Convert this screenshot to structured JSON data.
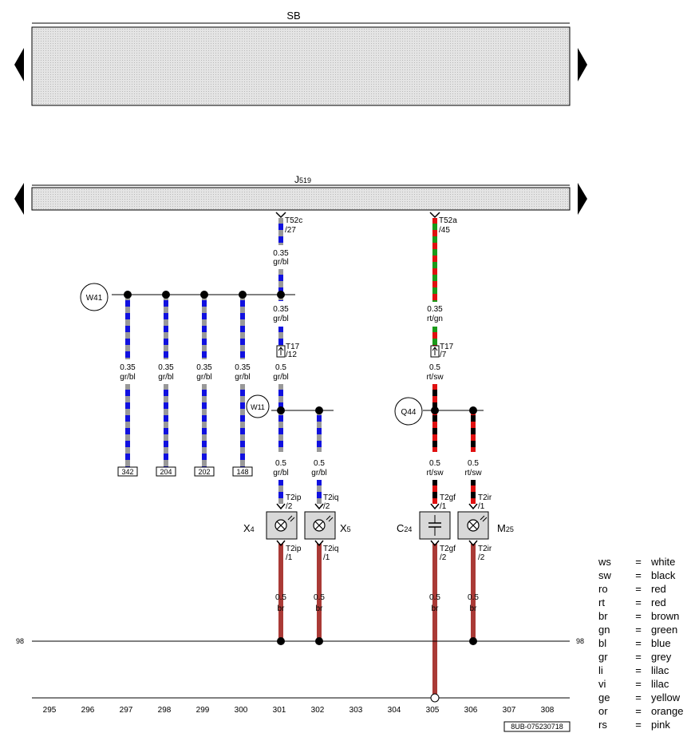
{
  "diagram": {
    "top_bar_label": "SB",
    "second_bar_label": "J",
    "second_bar_sub": "519",
    "ground_left_label": "98",
    "ground_right_label": "98",
    "footer_code": "8UB-075230718",
    "columns": [
      "295",
      "296",
      "297",
      "298",
      "299",
      "300",
      "301",
      "302",
      "303",
      "304",
      "305",
      "306",
      "307",
      "308"
    ],
    "splices": [
      {
        "id": "w41",
        "label": "W41"
      },
      {
        "id": "w11",
        "label": "W11"
      },
      {
        "id": "q44",
        "label": "Q44"
      }
    ],
    "connectors": {
      "t52c": [
        "T52c",
        "/27"
      ],
      "t52a": [
        "T52a",
        "/45"
      ],
      "t17a": [
        "T17",
        "/12"
      ],
      "t17b": [
        "T17",
        "/7"
      ],
      "t2ip_top": [
        "T2ip",
        "/2"
      ],
      "t2iq_top": [
        "T2iq",
        "/2"
      ],
      "t2gf_top": [
        "T2gf",
        "/1"
      ],
      "t2ir_top": [
        "T2ir",
        "/1"
      ],
      "t2ip_bot": [
        "T2ip",
        "/1"
      ],
      "t2iq_bot": [
        "T2iq",
        "/1"
      ],
      "t2gf_bot": [
        "T2gf",
        "/2"
      ],
      "t2ir_bot": [
        "T2ir",
        "/2"
      ]
    },
    "wire_labels": [
      {
        "size": "0.35",
        "color": "gr/bl"
      },
      {
        "size": "0.35",
        "color": "gr/bl"
      },
      {
        "size": "0.35",
        "color": "rt/gn"
      },
      {
        "size": "0.5",
        "color": "gr/bl"
      },
      {
        "size": "0.5",
        "color": "rt/sw"
      },
      {
        "size": "0.35",
        "color": "gr/bl"
      },
      {
        "size": "0.35",
        "color": "gr/bl"
      },
      {
        "size": "0.35",
        "color": "gr/bl"
      },
      {
        "size": "0.35",
        "color": "gr/bl"
      },
      {
        "size": "0.5",
        "color": "gr/bl"
      },
      {
        "size": "0.5",
        "color": "gr/bl"
      },
      {
        "size": "0.5",
        "color": "rt/sw"
      },
      {
        "size": "0.5",
        "color": "rt/sw"
      },
      {
        "size": "0.5",
        "color": "br"
      },
      {
        "size": "0.5",
        "color": "br"
      },
      {
        "size": "0.5",
        "color": "br"
      },
      {
        "size": "0.5",
        "color": "br"
      }
    ],
    "refs": [
      "342",
      "204",
      "202",
      "148"
    ],
    "components": [
      {
        "id": "x4",
        "main": "X",
        "sub": "4"
      },
      {
        "id": "x5",
        "main": "X",
        "sub": "5"
      },
      {
        "id": "c24",
        "main": "C",
        "sub": "24"
      },
      {
        "id": "m25",
        "main": "M",
        "sub": "25"
      }
    ],
    "wire_colors": {
      "grey": "#999999",
      "blue": "#1010e0",
      "red": "#e01010",
      "green": "#1a9a1a",
      "black": "#000000",
      "brown": "#aa3a36",
      "bar_fill": "#dcdcdc"
    }
  },
  "legend": [
    {
      "code": "ws",
      "eq": "=",
      "name": "white"
    },
    {
      "code": "sw",
      "eq": "=",
      "name": "black"
    },
    {
      "code": "ro",
      "eq": "=",
      "name": "red"
    },
    {
      "code": "rt",
      "eq": "=",
      "name": "red"
    },
    {
      "code": "br",
      "eq": "=",
      "name": "brown"
    },
    {
      "code": "gn",
      "eq": "=",
      "name": "green"
    },
    {
      "code": "bl",
      "eq": "=",
      "name": "blue"
    },
    {
      "code": "gr",
      "eq": "=",
      "name": "grey"
    },
    {
      "code": "li",
      "eq": "=",
      "name": "lilac"
    },
    {
      "code": "vi",
      "eq": "=",
      "name": "lilac"
    },
    {
      "code": "ge",
      "eq": "=",
      "name": "yellow"
    },
    {
      "code": "or",
      "eq": "=",
      "name": "orange"
    },
    {
      "code": "rs",
      "eq": "=",
      "name": "pink"
    }
  ]
}
